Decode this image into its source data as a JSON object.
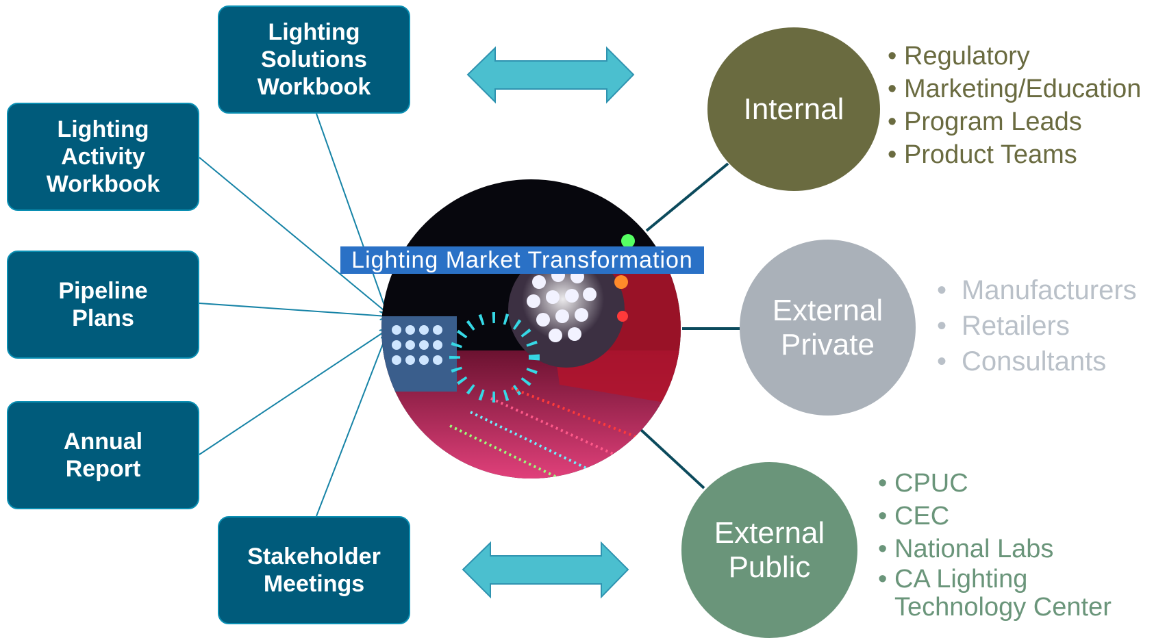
{
  "hub": {
    "title": "Lighting Market Transformation",
    "image": "led-lighting-photo"
  },
  "sources": [
    {
      "lines": [
        "Lighting",
        "Solutions",
        "Workbook"
      ]
    },
    {
      "lines": [
        "Lighting",
        "Activity",
        "Workbook"
      ]
    },
    {
      "lines": [
        "Pipeline",
        "Plans"
      ]
    },
    {
      "lines": [
        "Annual",
        "Report"
      ]
    },
    {
      "lines": [
        "Stakeholder",
        "Meetings"
      ]
    }
  ],
  "groups": [
    {
      "lines": [
        "Internal"
      ],
      "color": "#6a6b40",
      "members": [
        [
          "Regulatory"
        ],
        [
          "Marketing/Education"
        ],
        [
          "Program Leads"
        ],
        [
          "Product Teams"
        ]
      ]
    },
    {
      "lines": [
        "External",
        "Private"
      ],
      "color": "#aab1b9",
      "members": [
        [
          "Manufacturers"
        ],
        [
          "Retailers"
        ],
        [
          "Consultants"
        ]
      ]
    },
    {
      "lines": [
        "External",
        "Public"
      ],
      "color": "#6a957a",
      "members": [
        [
          "CPUC"
        ],
        [
          "CEC"
        ],
        [
          "National Labs"
        ],
        [
          "CA Lighting",
          "Technology Center"
        ]
      ]
    }
  ],
  "colors": {
    "source_box_fill": "#005b7b",
    "source_box_border": "#0a8fb3",
    "exchange_arrow_fill": "#4bbfcf",
    "connector_line": "#0b4a5c",
    "internal_text": "#6a6b40",
    "private_text": "#b9c0c8",
    "public_text": "#6a957a"
  },
  "icons": {
    "exchange_arrow": "double-headed-arrow-icon"
  }
}
